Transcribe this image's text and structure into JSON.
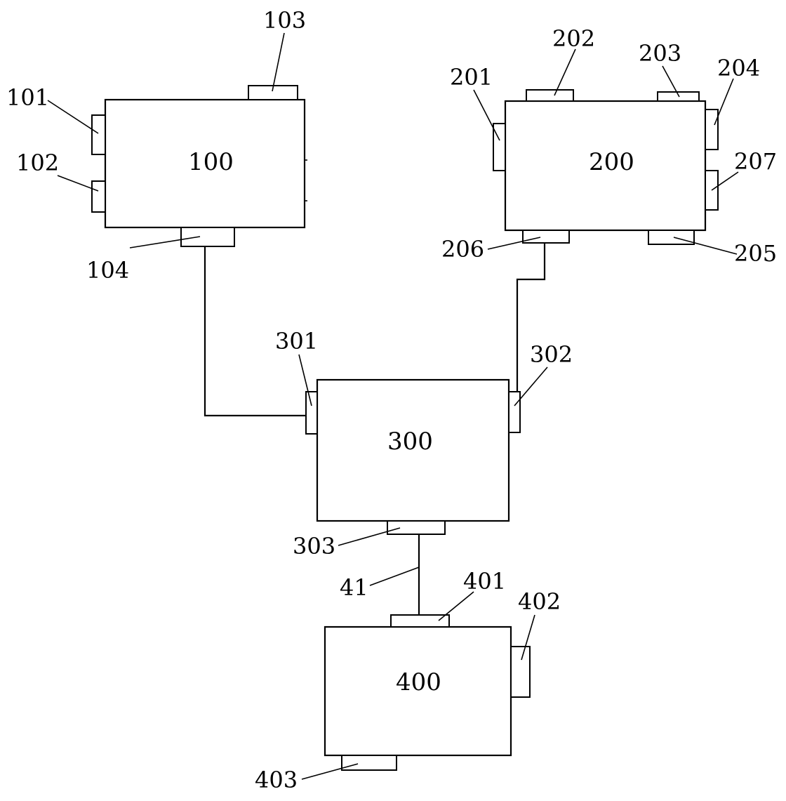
{
  "units": {
    "u100": "100",
    "u200": "200",
    "u300": "300",
    "u400": "400"
  },
  "refs": {
    "r101": "101",
    "r102": "102",
    "r103": "103",
    "r104": "104",
    "r201": "201",
    "r202": "202",
    "r203": "203",
    "r204": "204",
    "r205": "205",
    "r206": "206",
    "r207": "207",
    "r301": "301",
    "r302": "302",
    "r303": "303",
    "r401": "401",
    "r402": "402",
    "r403": "403",
    "r41": "41"
  }
}
